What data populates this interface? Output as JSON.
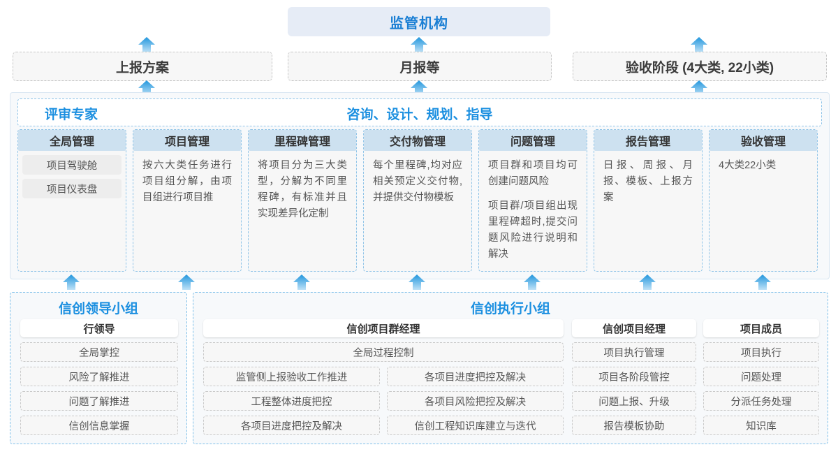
{
  "top": {
    "regulator": "监管机构",
    "reports": [
      {
        "label": "上报方案"
      },
      {
        "label": "月报等"
      },
      {
        "label": "验收阶段 (4大类, 22小类)"
      }
    ]
  },
  "middle": {
    "band_left": "评审专家",
    "band_center": "咨询、设计、规划、指导",
    "columns": [
      {
        "title": "全局管理",
        "pills": [
          "项目驾驶舱",
          "项目仪表盘"
        ],
        "paragraphs": []
      },
      {
        "title": "项目管理",
        "pills": [],
        "paragraphs": [
          "按六大类任务进行项目组分解，由项目组进行项目推"
        ]
      },
      {
        "title": "里程碑管理",
        "pills": [],
        "paragraphs": [
          "将项目分为三大类型，分解为不同里程碑，有标准并且实现差异化定制"
        ]
      },
      {
        "title": "交付物管理",
        "pills": [],
        "paragraphs": [
          "每个里程碑,均对应相关预定义交付物,并提供交付物模板"
        ]
      },
      {
        "title": "问题管理",
        "pills": [],
        "paragraphs": [
          "项目群和项目均可创建问题风险",
          "项目群/项目组出现里程碑超时,提交问题风险进行说明和解决"
        ]
      },
      {
        "title": "报告管理",
        "pills": [],
        "paragraphs": [
          "日报、周报、月报、模板、上报方案"
        ]
      },
      {
        "title": "验收管理",
        "pills": [],
        "paragraphs": [
          "4大类22小类"
        ]
      }
    ]
  },
  "bottom": {
    "groups": [
      {
        "title": "信创领导小组",
        "roles": [
          {
            "name": "行领导",
            "items": [
              "全局掌控",
              "风险了解推进",
              "问题了解推进",
              "信创信息掌握"
            ]
          }
        ]
      },
      {
        "title": "信创执行小组",
        "roles": [
          {
            "name": "信创项目群经理",
            "full_width_item": "全局过程控制",
            "left_items": [
              "监管侧上报验收工作推进",
              "工程整体进度把控",
              "各项目进度把控及解决"
            ],
            "right_items": [
              "各项目进度把控及解决",
              "各项目风险把控及解决",
              "信创工程知识库建立与迭代"
            ]
          },
          {
            "name": "信创项目经理",
            "items": [
              "项目执行管理",
              "项目各阶段管控",
              "问题上报、升级",
              "报告模板协助"
            ]
          },
          {
            "name": "项目成员",
            "items": [
              "项目执行",
              "问题处理",
              "分派任务处理",
              "知识库"
            ]
          }
        ]
      }
    ]
  },
  "colors": {
    "accent": "#1b8fe0",
    "regulator_bg": "#e6ecf6",
    "column_head_bg": "#cde1f0",
    "arrow_top": "#2196dd",
    "arrow_bottom": "#a9d8f4",
    "dashed_border": "#8fc4e8",
    "panel_bg": "#f7f9fb"
  },
  "arrows": {
    "count_top": 3,
    "count_middle": 7,
    "direction": "up"
  }
}
